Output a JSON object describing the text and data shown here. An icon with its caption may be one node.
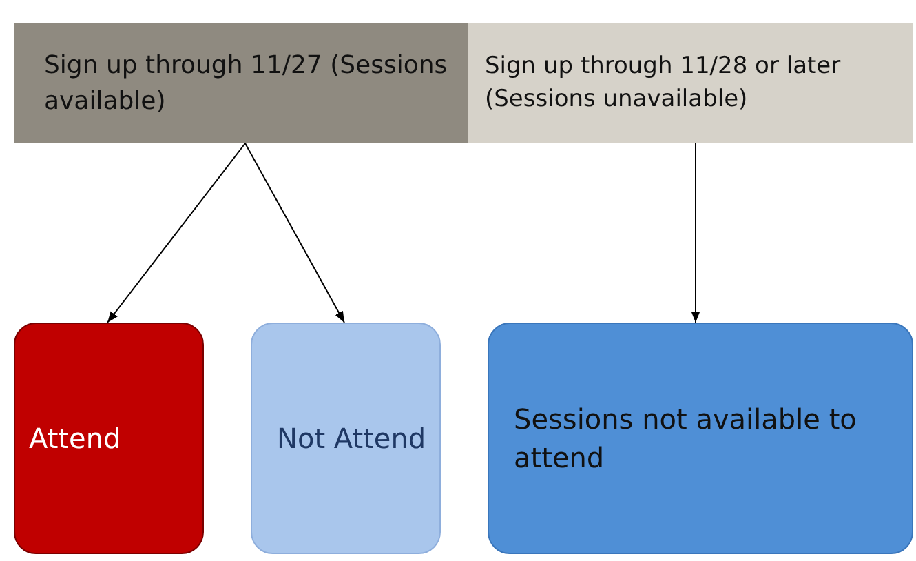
{
  "diagram": {
    "nodes": [
      {
        "text": [
          "Sign up through 11/27 (Sessions available)"
        ]
      },
      {
        "text": [
          "Sign up through 11/28 or later (Sessions unavailable)"
        ]
      },
      {
        "text": [
          "Attend"
        ]
      },
      {
        "text": [
          "Not Attend"
        ]
      },
      {
        "text": [
          "Sessions not available to attend"
        ]
      }
    ],
    "edges": [
      {
        "from": 0,
        "to": 2,
        "arrow": "to"
      },
      {
        "from": 0,
        "to": 3,
        "arrow": "to"
      },
      {
        "from": 1,
        "to": 4,
        "arrow": "to"
      }
    ]
  }
}
